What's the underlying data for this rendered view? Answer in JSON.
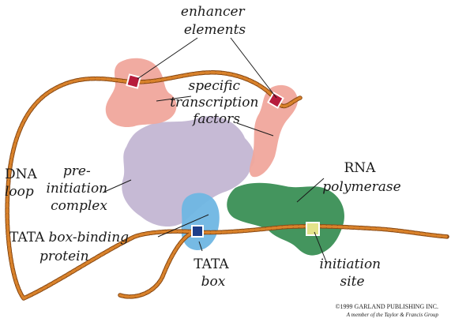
{
  "labels": {
    "enhancer_1": "enhancer",
    "enhancer_2": "elements",
    "specific_1": "specific",
    "specific_2": "transcription",
    "specific_3": "factors",
    "dna_1": "DNA",
    "dna_2": "loop",
    "pre_1": "pre-",
    "pre_2": "initiation",
    "pre_3": "complex",
    "rna_1": "RNA",
    "rna_2": "polymerase",
    "tbp_1_word": "TATA",
    "tbp_1_rest": "box-binding",
    "tbp_2": "protein",
    "tata_1": "TATA",
    "tata_2": "box",
    "init_1": "initiation",
    "init_2": "site"
  },
  "copyright": {
    "line1": "©1999 GARLAND PUBLISHING INC.",
    "line2": "A member of the Taylor & Francis Group"
  },
  "colors": {
    "dna": "#d9822b",
    "dna_dark": "#8a4a14",
    "enhancer_factor": "#f0a79c",
    "complex": "#c3b6d3",
    "polymerase": "#3a8f55",
    "tbp": "#6fb6e3",
    "enhancer_box": "#b71c3c",
    "tata_box": "#1d3e8a",
    "init_box": "#e3e38a"
  }
}
